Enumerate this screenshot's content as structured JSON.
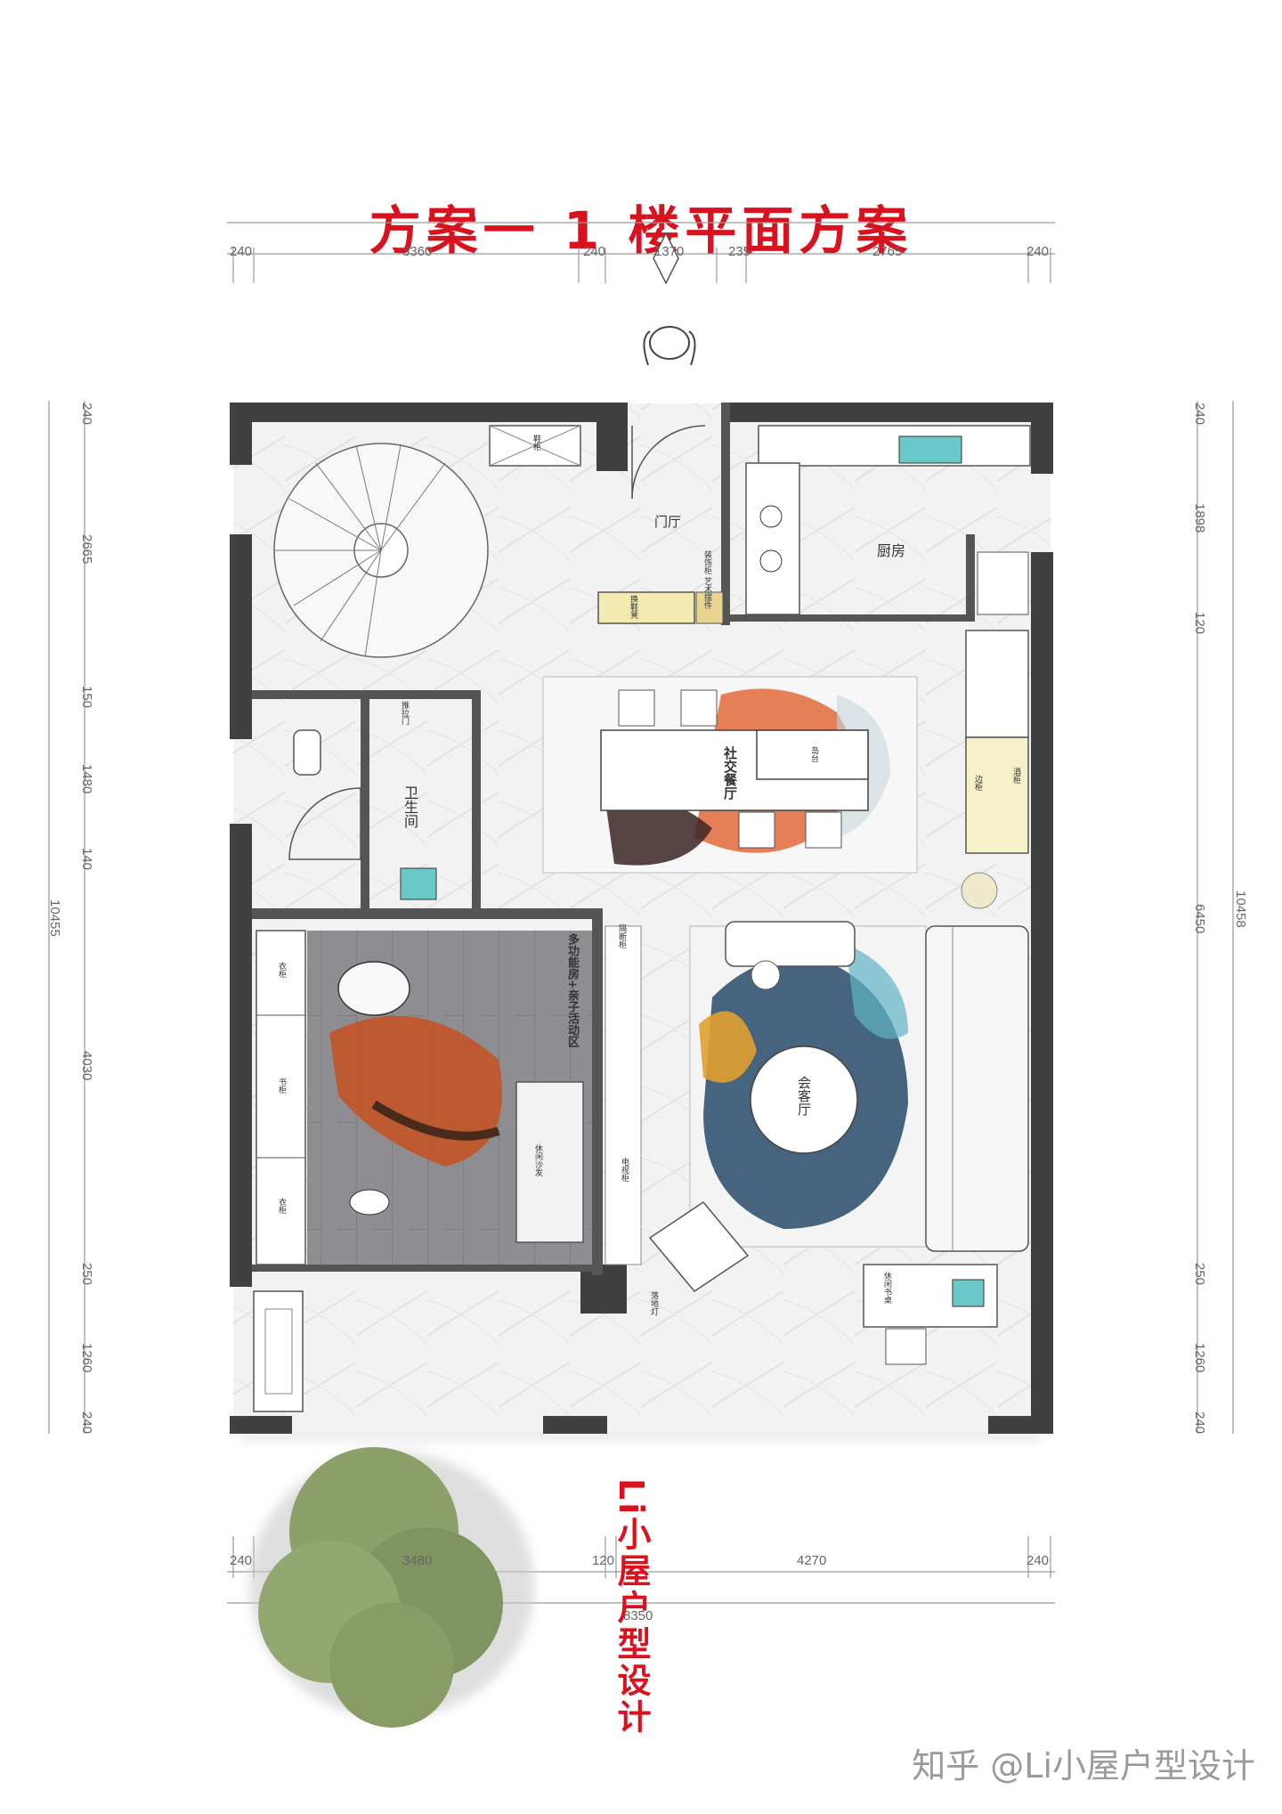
{
  "title": "方案一 1 楼平面方案",
  "dimensions": {
    "top": [
      "240",
      "3360",
      "240",
      "1370",
      "235",
      "2765",
      "240"
    ],
    "bottom": [
      "240",
      "3480",
      "120",
      "4270",
      "240"
    ],
    "bottom_total": "8350",
    "left": [
      "240",
      "2665",
      "150",
      "1480",
      "140",
      "4030",
      "250",
      "1260",
      "240"
    ],
    "left_total": "10455",
    "right": [
      "240",
      "1898",
      "120",
      "6450",
      "250",
      "1260",
      "240"
    ],
    "right_total": "10458"
  },
  "rooms": {
    "entrance": "门厅",
    "kitchen": "厨房",
    "bathroom": "卫生间",
    "dining": "社交餐厅",
    "multi_room": "多功能房+亲子活动区",
    "living": "会客厅"
  },
  "furniture": {
    "entry_cabinet": "鞋柜",
    "art_display": "装饰柜 艺术摆件",
    "shoe_bench": "换鞋凳",
    "bath_door": "推拉门",
    "island": "岛台",
    "side_cabinet": "边柜",
    "wine_cabinet": "酒柜",
    "partition": "隔断柜",
    "multi_cab_top": "衣柜",
    "multi_cab_mid": "书柜",
    "multi_cab_bottom": "衣柜",
    "sofa_bed": "休闲沙发",
    "tv_cabinet": "电视柜",
    "lamp": "落地灯",
    "leisure_desk": "休闲书桌"
  },
  "brand": "Li小屋户型设计",
  "watermark": "知乎 @Li小屋户型设计"
}
